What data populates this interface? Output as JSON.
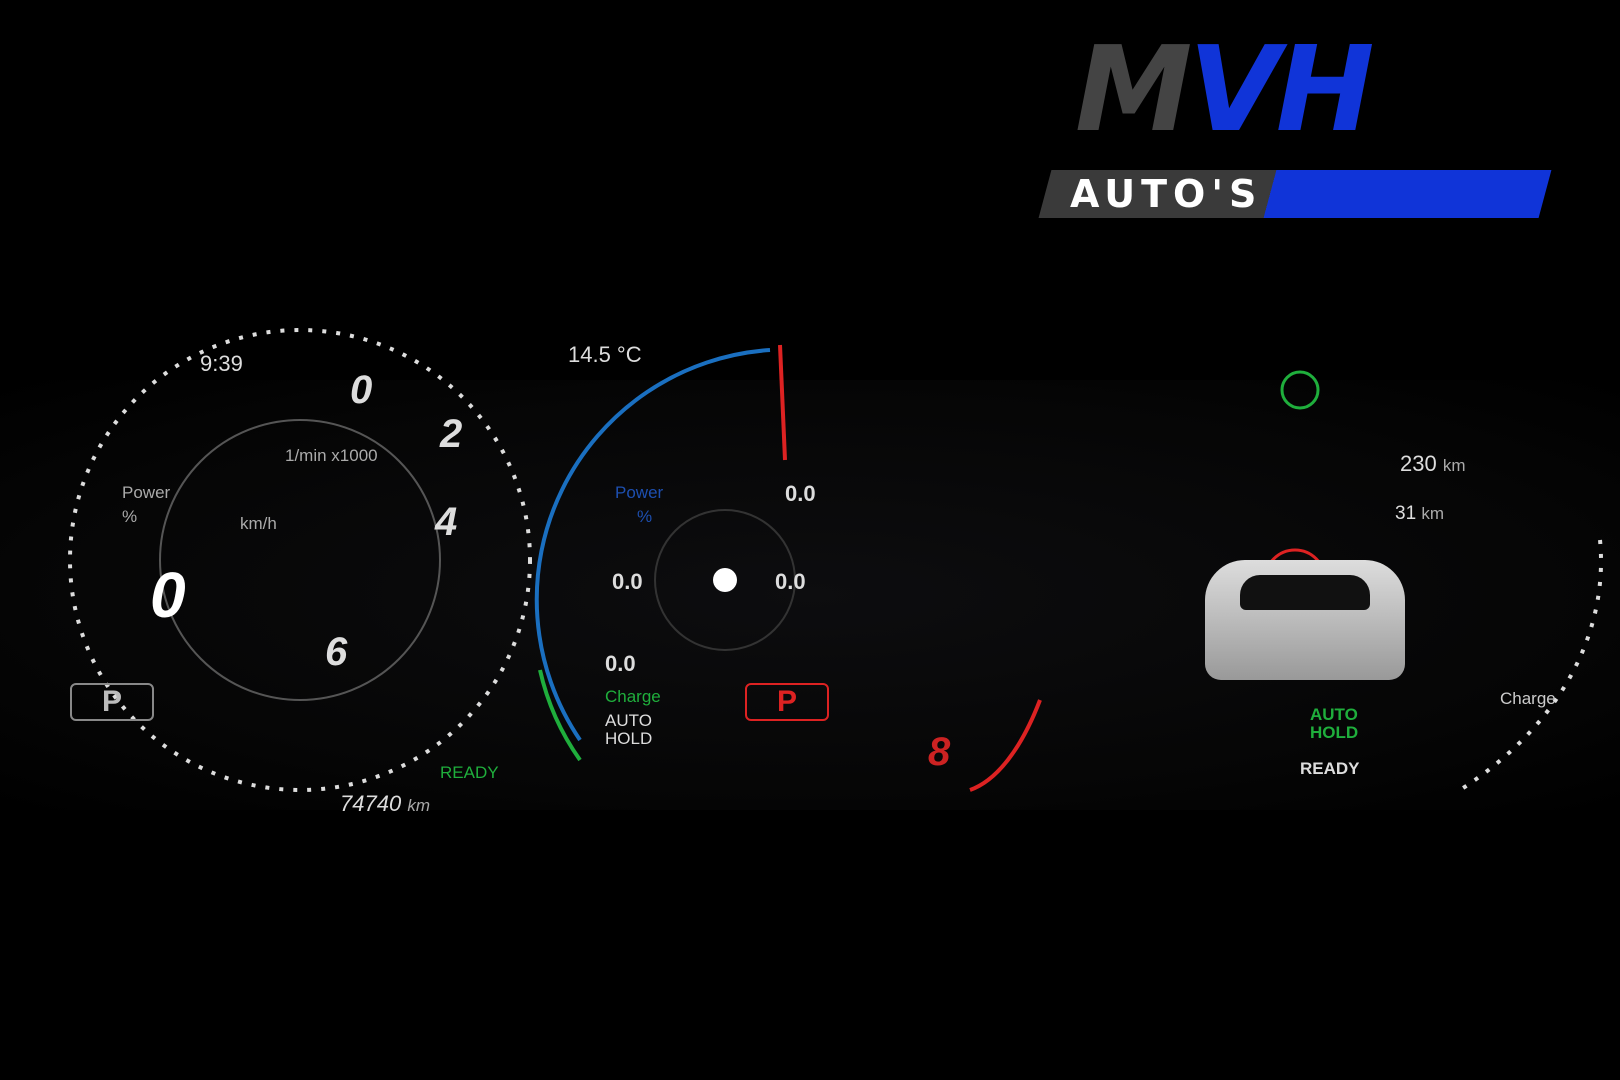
{
  "logo": {
    "text_main": "MVH",
    "text_sub": "AUTO'S",
    "colors": {
      "gray": "#444444",
      "blue": "#1034d8"
    }
  },
  "cluster": {
    "time": "9:39",
    "outside_temp": "14.5 °C",
    "tachometer": {
      "unit": "1/min x1000",
      "labels": [
        "0",
        "2",
        "4",
        "6",
        "8"
      ]
    },
    "speed": {
      "value": "0",
      "unit": "km/h"
    },
    "left_power_label": "Power",
    "left_power_unit": "%",
    "gear_left": "P",
    "odometer": "74740",
    "odometer_unit": "km",
    "ready_left": "READY",
    "center": {
      "power_label": "Power",
      "power_unit": "%",
      "values": [
        "0.0",
        "0.0",
        "0.0",
        "0.0"
      ],
      "charge_label": "Charge",
      "auto_hold": "AUTO HOLD",
      "gear": "P"
    },
    "right": {
      "range_total": "230",
      "range_electric": "31",
      "range_unit": "km",
      "auto_hold": "AUTO HOLD",
      "ready": "READY",
      "charge_label": "Charge"
    }
  }
}
